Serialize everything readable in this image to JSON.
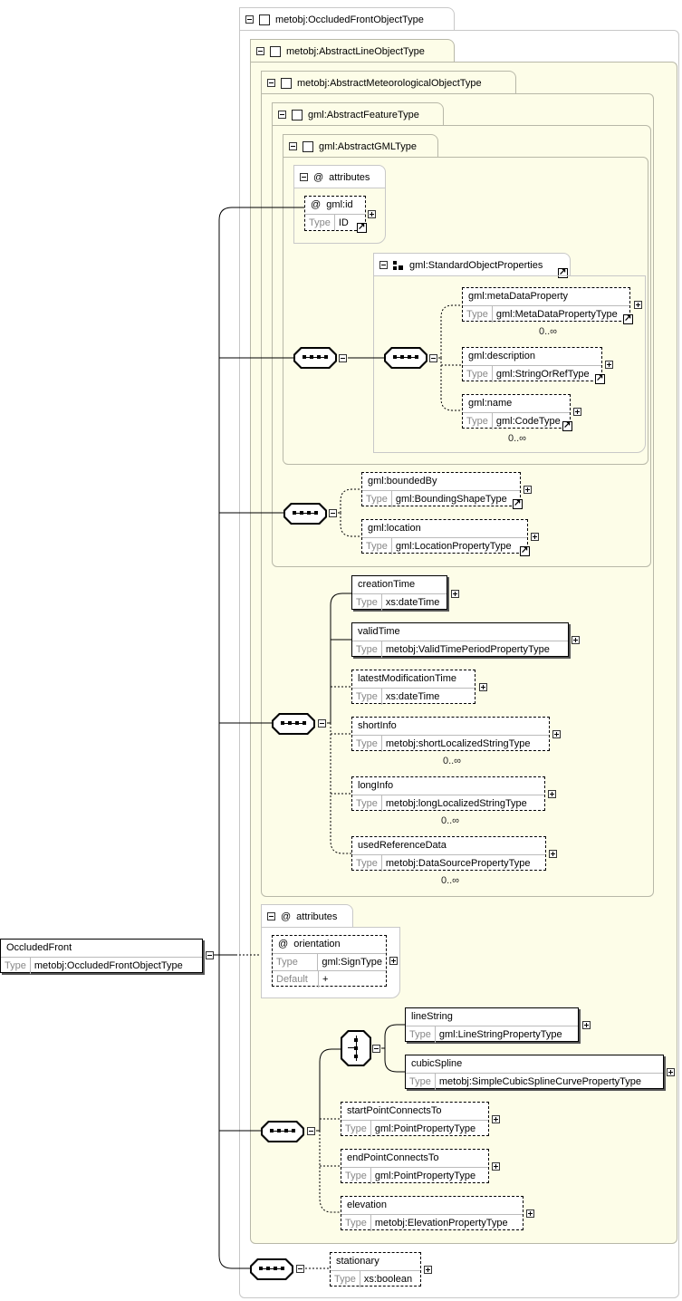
{
  "root": {
    "name": "OccludedFront",
    "type_label": "Type",
    "type": "metobj:OccludedFrontObjectType"
  },
  "types": {
    "occluded": "metobj:OccludedFrontObjectType",
    "line": "metobj:AbstractLineObjectType",
    "meteo": "metobj:AbstractMeteorologicalObjectType",
    "feature": "gml:AbstractFeatureType",
    "gml": "gml:AbstractGMLType"
  },
  "gml_attributes": {
    "title": "attributes",
    "at": "@",
    "id_name": "gml:id",
    "type_label": "Type",
    "id_type": "ID"
  },
  "std_props": {
    "title": "gml:StandardObjectProperties",
    "items": [
      {
        "name": "gml:metaDataProperty",
        "type": "gml:MetaDataPropertyType",
        "card": "0..∞"
      },
      {
        "name": "gml:description",
        "type": "gml:StringOrRefType",
        "card": ""
      },
      {
        "name": "gml:name",
        "type": "gml:CodeType",
        "card": "0..∞"
      }
    ]
  },
  "feature_items": [
    {
      "name": "gml:boundedBy",
      "type": "gml:BoundingShapeType"
    },
    {
      "name": "gml:location",
      "type": "gml:LocationPropertyType"
    }
  ],
  "meteo_items": [
    {
      "name": "creationTime",
      "type": "xs:dateTime",
      "card": ""
    },
    {
      "name": "validTime",
      "type": "metobj:ValidTimePeriodPropertyType",
      "card": ""
    },
    {
      "name": "latestModificationTime",
      "type": "xs:dateTime",
      "card": ""
    },
    {
      "name": "shortInfo",
      "type": "metobj:shortLocalizedStringType",
      "card": "0..∞"
    },
    {
      "name": "longInfo",
      "type": "metobj:longLocalizedStringType",
      "card": "0..∞"
    },
    {
      "name": "usedReferenceData",
      "type": "metobj:DataSourcePropertyType",
      "card": "0..∞"
    }
  ],
  "line_attributes": {
    "title": "attributes",
    "at": "@",
    "name": "orientation",
    "type_label": "Type",
    "type": "gml:SignType",
    "default_label": "Default",
    "default": "+"
  },
  "choice_items": [
    {
      "name": "lineString",
      "type": "gml:LineStringPropertyType"
    },
    {
      "name": "cubicSpline",
      "type": "metobj:SimpleCubicSplineCurvePropertyType"
    }
  ],
  "line_items": [
    {
      "name": "startPointConnectsTo",
      "type": "gml:PointPropertyType"
    },
    {
      "name": "endPointConnectsTo",
      "type": "gml:PointPropertyType"
    },
    {
      "name": "elevation",
      "type": "metobj:ElevationPropertyType"
    }
  ],
  "occluded_item": {
    "name": "stationary",
    "type": "xs:boolean"
  },
  "type_label": "Type"
}
